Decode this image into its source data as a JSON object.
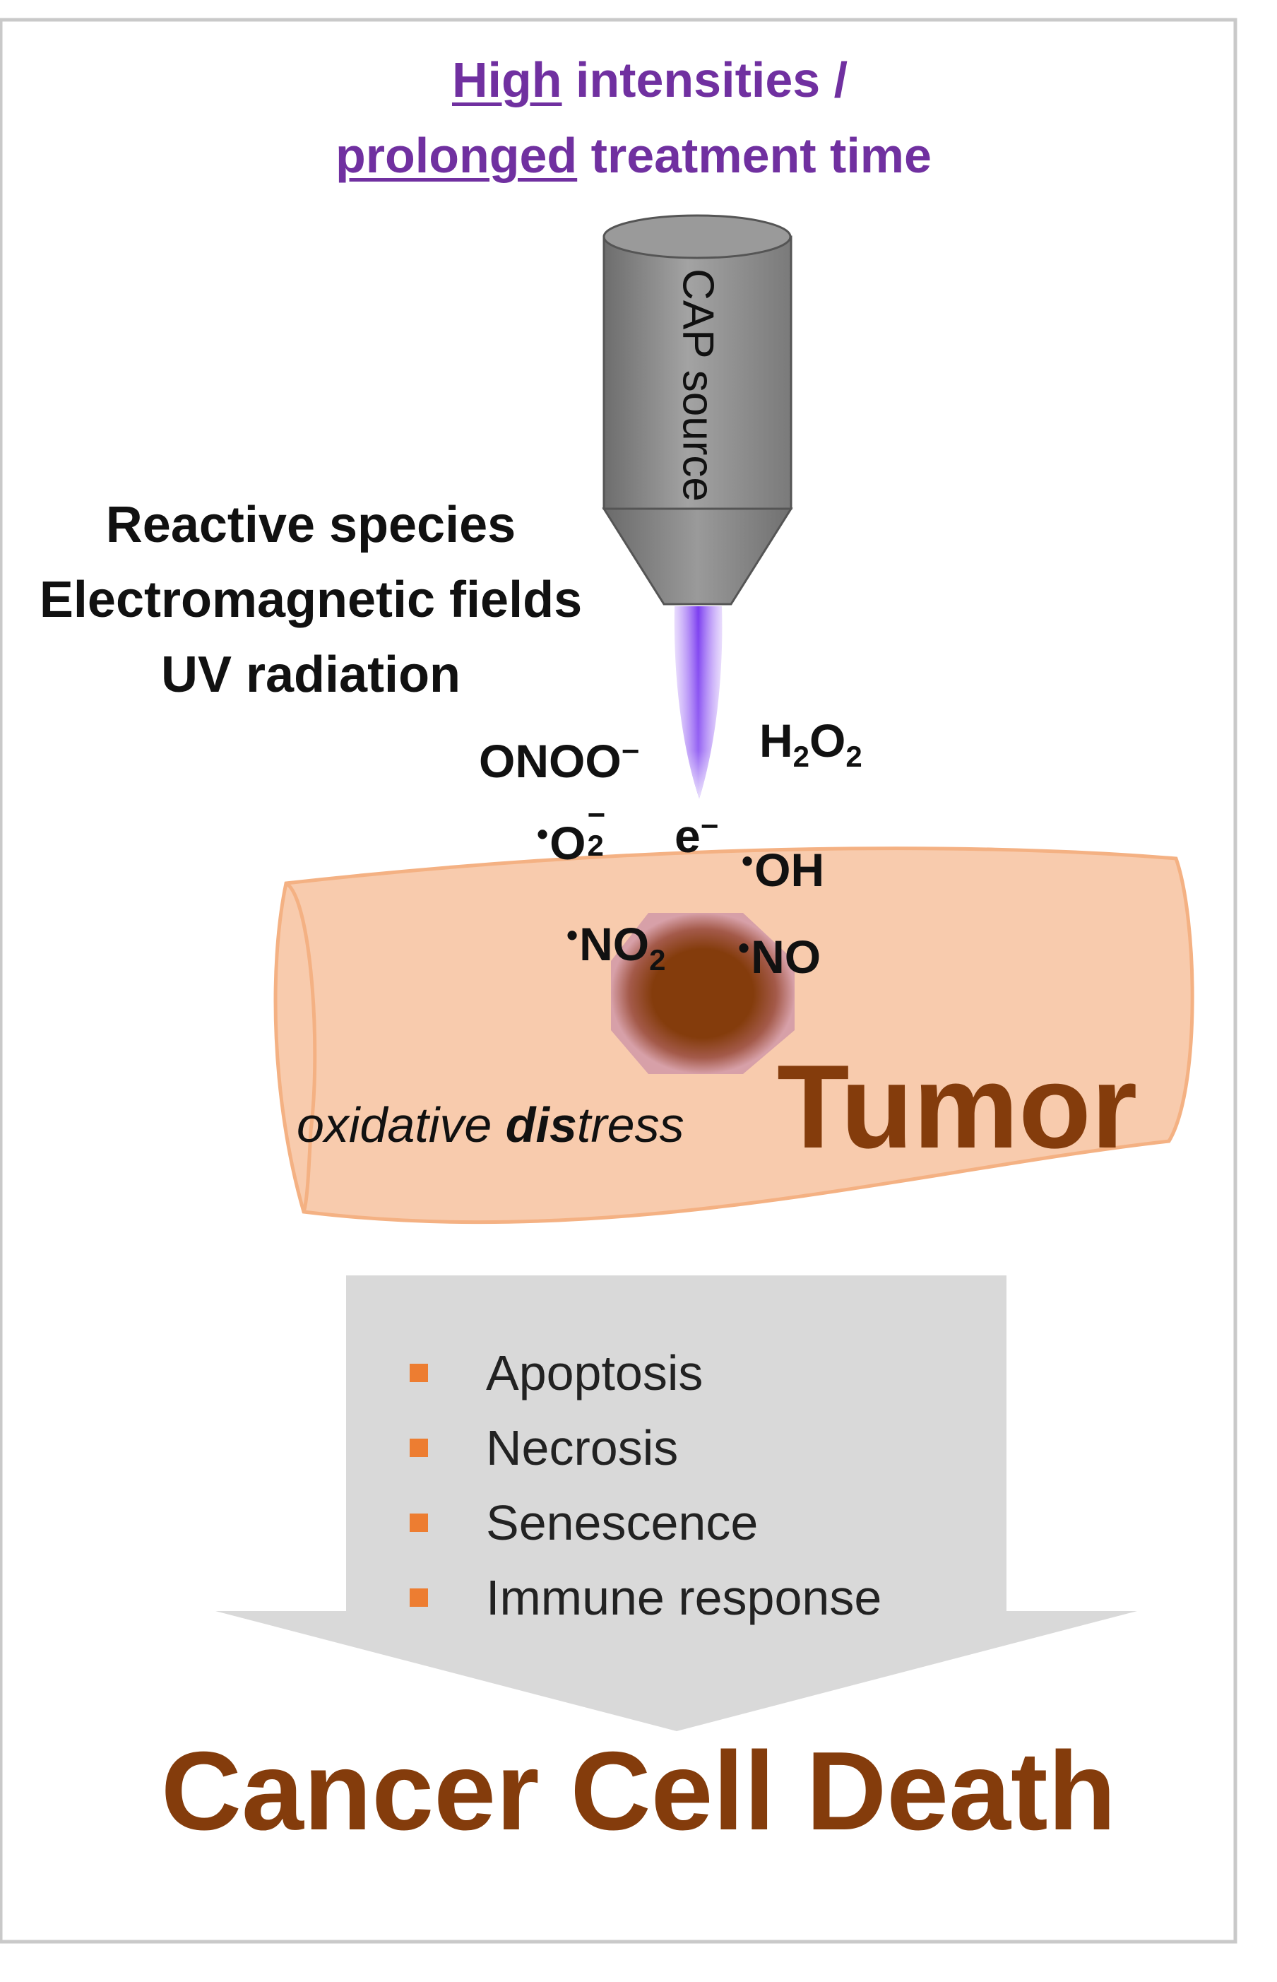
{
  "heading": {
    "line1_underlined": "High",
    "line1_rest": " intensities /",
    "line2_underlined": "prolonged",
    "line2_rest": " treatment time"
  },
  "cap_source_label": "CAP source",
  "physical_effects": [
    "Reactive species",
    "Electromagnetic fields",
    "UV radiation"
  ],
  "species": {
    "onoo": {
      "base": "ONOO",
      "charge": "−"
    },
    "h2o2": {
      "p1": "H",
      "s1": "2",
      "p2": "O",
      "s2": "2"
    },
    "superoxide": {
      "dot": "•",
      "base": "O",
      "charge": "−",
      "sub": "2"
    },
    "electron": {
      "base": "e",
      "charge": "−"
    },
    "hydroxyl": {
      "dot": "•",
      "base": "OH"
    },
    "nitrogen_dioxide": {
      "dot": "•",
      "base": "NO",
      "sub": "2"
    },
    "nitric_oxide": {
      "dot": "•",
      "base": "NO"
    }
  },
  "oxidative_stress": {
    "pre": "oxidative ",
    "bold": "dis",
    "post": "tress"
  },
  "tumor_label": "Tumor",
  "outcomes": [
    "Apoptosis",
    "Necrosis",
    "Senescence",
    "Immune response"
  ],
  "result": "Cancer Cell Death",
  "colors": {
    "heading": "#7030a0",
    "tumor": "#843c0c",
    "tissue_fill": "#f8cbad",
    "tissue_stroke": "#f4b183",
    "bullet": "#ed7d31",
    "arrow": "#d9d9d9",
    "plasma": "#a56cf5"
  }
}
